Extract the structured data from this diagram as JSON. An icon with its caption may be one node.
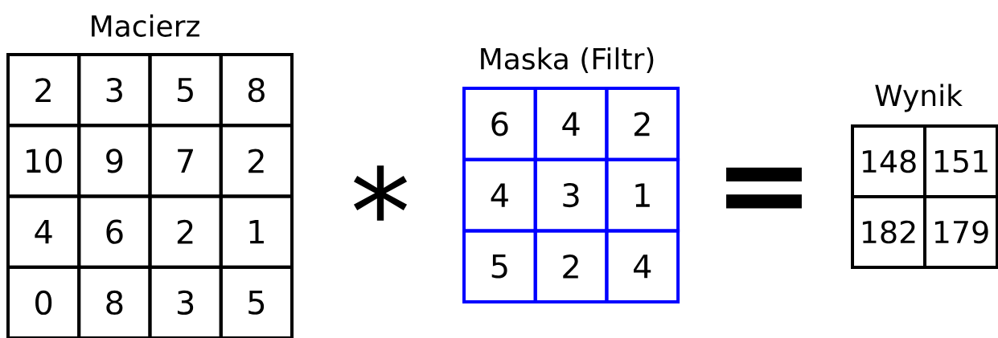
{
  "diagram": {
    "labels": [
      "Macierz",
      "2",
      "3",
      "5",
      "8",
      "10",
      "9",
      "7",
      "2",
      "4",
      "6",
      "2",
      "1",
      "0",
      "8",
      "3",
      "5",
      "*",
      "Maska (Filtr)",
      "6",
      "4",
      "2",
      "4",
      "3",
      "1",
      "5",
      "2",
      "4",
      "=",
      "Wynik",
      "148",
      "151",
      "182",
      "179"
    ]
  }
}
